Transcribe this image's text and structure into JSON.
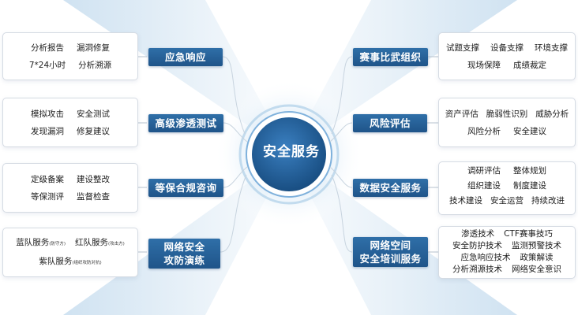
{
  "center": {
    "title": "安全服务"
  },
  "left": [
    {
      "label": "应急响应",
      "items": [
        [
          "分析报告",
          "漏洞修复"
        ],
        [
          "7*24小时",
          "分析溯源"
        ]
      ]
    },
    {
      "label": "高级渗透测试",
      "items": [
        [
          "模拟攻击",
          "安全测试"
        ],
        [
          "发现漏洞",
          "修复建议"
        ]
      ]
    },
    {
      "label": "等保合规咨询",
      "items": [
        [
          "定级备案",
          "建设整改"
        ],
        [
          "等保测评",
          "监督检查"
        ]
      ]
    },
    {
      "label_lines": [
        "网络安全",
        "攻防演练"
      ],
      "items": [
        {
          "text": "蓝队服务",
          "note": "(防守方)"
        },
        {
          "text": "红队服务",
          "note": "(攻击方)"
        },
        {
          "text": "紫队服务",
          "note": "(组织攻防对抗)"
        }
      ]
    }
  ],
  "right": [
    {
      "label": "赛事比武组织",
      "items": [
        [
          "试题支撑",
          "设备支撑",
          "环境支撑"
        ],
        [
          "现场保障",
          "成绩裁定"
        ]
      ]
    },
    {
      "label": "风险评估",
      "items": [
        [
          "资产评估",
          "脆弱性识别",
          "威胁分析"
        ],
        [
          "风险分析",
          "安全建议"
        ]
      ]
    },
    {
      "label": "数据安全服务",
      "items": [
        [
          "调研评估",
          "整体规划"
        ],
        [
          "组织建设",
          "制度建设"
        ],
        [
          "技术建设",
          "安全运营",
          "持续改进"
        ]
      ]
    },
    {
      "label_lines": [
        "网络空间",
        "安全培训服务"
      ],
      "items": [
        [
          "渗透技术",
          "CTF赛事技巧"
        ],
        [
          "安全防护技术",
          "监测预警技术"
        ],
        [
          "应急响应技术",
          "政策解读"
        ],
        [
          "分析溯源技术",
          "网络安全意识"
        ]
      ]
    }
  ],
  "colors": {
    "label_bg": "#2a64a0",
    "center_bg": "#1e5a93",
    "glow": "#9cc6e6",
    "line": "#c8d4df"
  }
}
